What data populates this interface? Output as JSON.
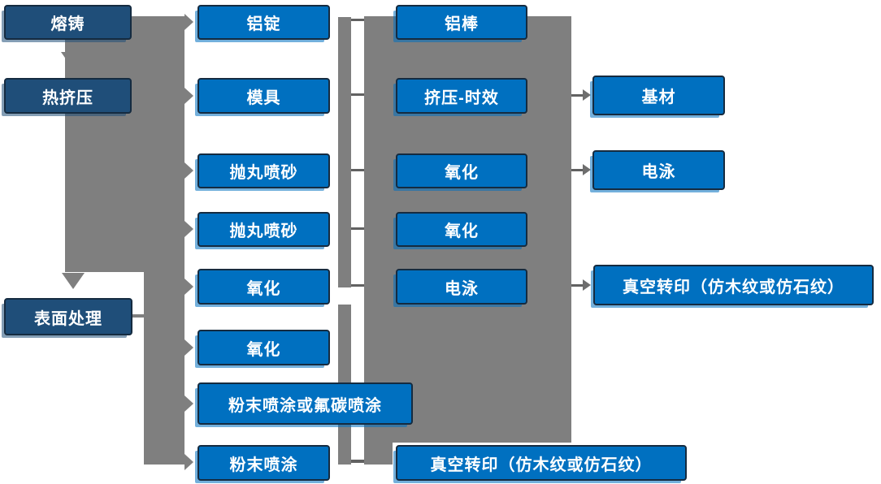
{
  "diagram_type": "process-flowchart",
  "palette": {
    "stage_box_fill": "#1F4E79",
    "step_box_fill": "#0070C0",
    "box_border": "#152B40",
    "box_text": "#FFFFFF",
    "connector_bar": "#7F7F7F",
    "connector_line": "#616161",
    "background": "#FFFFFF"
  },
  "nodes": {
    "melting_casting": "熔铸",
    "hot_extrusion": "热挤压",
    "surface_treatment": "表面处理",
    "aluminum_ingot": "铝锭",
    "mold": "模具",
    "shot_blasting_1": "抛丸喷砂",
    "shot_blasting_2": "抛丸喷砂",
    "oxidation_c2a": "氧化",
    "oxidation_c2b": "氧化",
    "powder_or_fluorocarbon": "粉末喷涂或氟碳喷涂",
    "powder_coating": "粉末喷涂",
    "aluminum_rod": "铝棒",
    "extrusion_aging": "挤压-时效",
    "oxidation_c3a": "氧化",
    "oxidation_c3b": "氧化",
    "electrophoresis_c3": "电泳",
    "vacuum_transfer_bottom": "真空转印（仿木纹或仿石纹）",
    "substrate": "基材",
    "electrophoresis_c4": "电泳",
    "vacuum_transfer_right": "真空转印（仿木纹或仿石纹）"
  }
}
